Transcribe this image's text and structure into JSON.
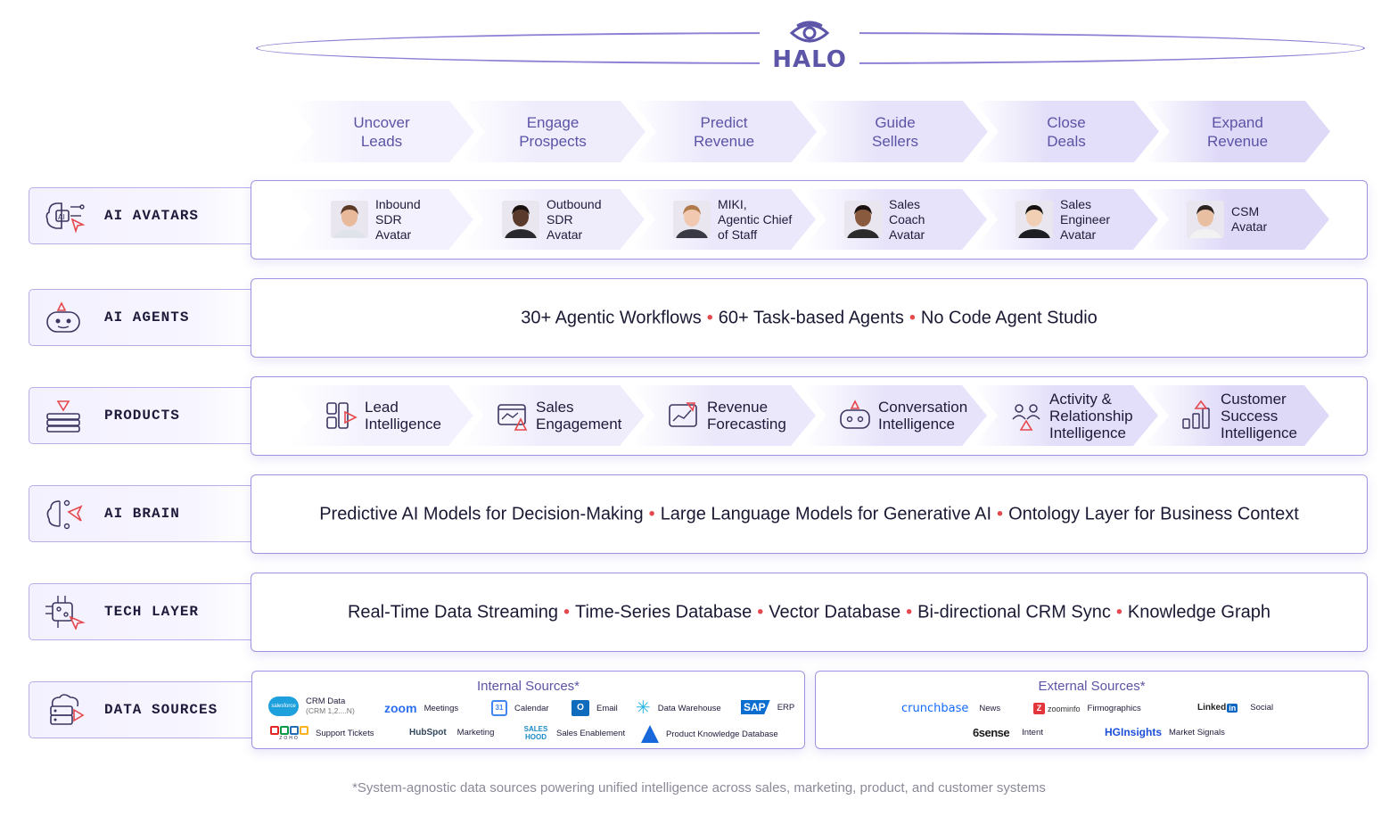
{
  "brand": {
    "name": "HALO"
  },
  "stages": [
    "Uncover\nLeads",
    "Engage\nProspects",
    "Predict\nRevenue",
    "Guide\nSellers",
    "Close\nDeals",
    "Expand\nRevenue"
  ],
  "rows": {
    "avatars": {
      "label": "AI AVATARS"
    },
    "agents": {
      "label": "AI AGENTS"
    },
    "products": {
      "label": "PRODUCTS"
    },
    "brain": {
      "label": "AI BRAIN"
    },
    "tech": {
      "label": "TECH LAYER"
    },
    "sources": {
      "label": "DATA SOURCES"
    }
  },
  "avatars": [
    {
      "name": "Inbound\nSDR\nAvatar",
      "skin": "#e8b99a",
      "hair": "#5b3a28",
      "shirt": "#dfe3ea"
    },
    {
      "name": "Outbound\nSDR\nAvatar",
      "skin": "#5a3a2a",
      "hair": "#1b1210",
      "shirt": "#2a2a2e"
    },
    {
      "name": "MIKI,\nAgentic Chief\nof Staff",
      "skin": "#f0c9b0",
      "hair": "#b07a4a",
      "shirt": "#3a3a44"
    },
    {
      "name": "Sales\nCoach\nAvatar",
      "skin": "#8a5a3e",
      "hair": "#1a1210",
      "shirt": "#2b2b2b"
    },
    {
      "name": "Sales\nEngineer\nAvatar",
      "skin": "#f1cfb4",
      "hair": "#15110f",
      "shirt": "#1d1d24"
    },
    {
      "name": "CSM\nAvatar",
      "skin": "#e8bfa0",
      "hair": "#2b2320",
      "shirt": "#f2f2f2"
    }
  ],
  "agents": {
    "items": [
      "30+ Agentic Workflows",
      "60+ Task-based Agents",
      "No Code Agent Studio"
    ]
  },
  "products": [
    {
      "name": "Lead\nIntelligence",
      "icon": "lead-icon"
    },
    {
      "name": "Sales\nEngagement",
      "icon": "engagement-icon"
    },
    {
      "name": "Revenue\nForecasting",
      "icon": "forecast-icon"
    },
    {
      "name": "Conversation\nIntelligence",
      "icon": "conversation-icon"
    },
    {
      "name": "Activity &\nRelationship\nIntelligence",
      "icon": "relationship-icon"
    },
    {
      "name": "Customer\nSuccess\nIntelligence",
      "icon": "customer-success-icon"
    }
  ],
  "brain": {
    "items": [
      "Predictive AI Models for Decision-Making",
      "Large Language Models for Generative AI",
      "Ontology Layer for Business Context"
    ]
  },
  "tech": {
    "items": [
      "Real-Time Data Streaming",
      "Time-Series Database",
      "Vector Database",
      "Bi-directional CRM Sync",
      "Knowledge Graph"
    ]
  },
  "internal_sources": {
    "title": "Internal Sources*",
    "items": [
      {
        "logo": "salesforce",
        "label": "CRM Data",
        "sub": "(CRM 1,2....N)"
      },
      {
        "logo": "zoom",
        "label": "Meetings"
      },
      {
        "logo": "31",
        "label": "Calendar"
      },
      {
        "logo": "O",
        "label": "Email"
      },
      {
        "logo": "snowflake",
        "label": "Data Warehouse"
      },
      {
        "logo": "SAP",
        "label": "ERP"
      },
      {
        "logo": "ZOHO",
        "label": "Support Tickets"
      },
      {
        "logo": "HubSpot",
        "label": "Marketing"
      },
      {
        "logo": "SALES HOOD",
        "label": "Sales Enablement"
      },
      {
        "logo": "Atlassian",
        "label": "Product Knowledge Database"
      }
    ]
  },
  "external_sources": {
    "title": "External Sources*",
    "items": [
      {
        "logo": "crunchbase",
        "label": "News"
      },
      {
        "logo": "zoominfo",
        "label": "Firmographics"
      },
      {
        "logo": "Linked",
        "logo_badge": "in",
        "label": "Social"
      },
      {
        "logo": "6sense",
        "label": "Intent"
      },
      {
        "logo": "HGInsights",
        "label": "Market Signals"
      }
    ]
  },
  "footnote": "*System-agnostic data sources powering unified intelligence across sales, marketing, product, and customer systems",
  "colors": {
    "accent": "#5d55a8",
    "separator": "#e5484d",
    "border": "#9f93e0"
  }
}
